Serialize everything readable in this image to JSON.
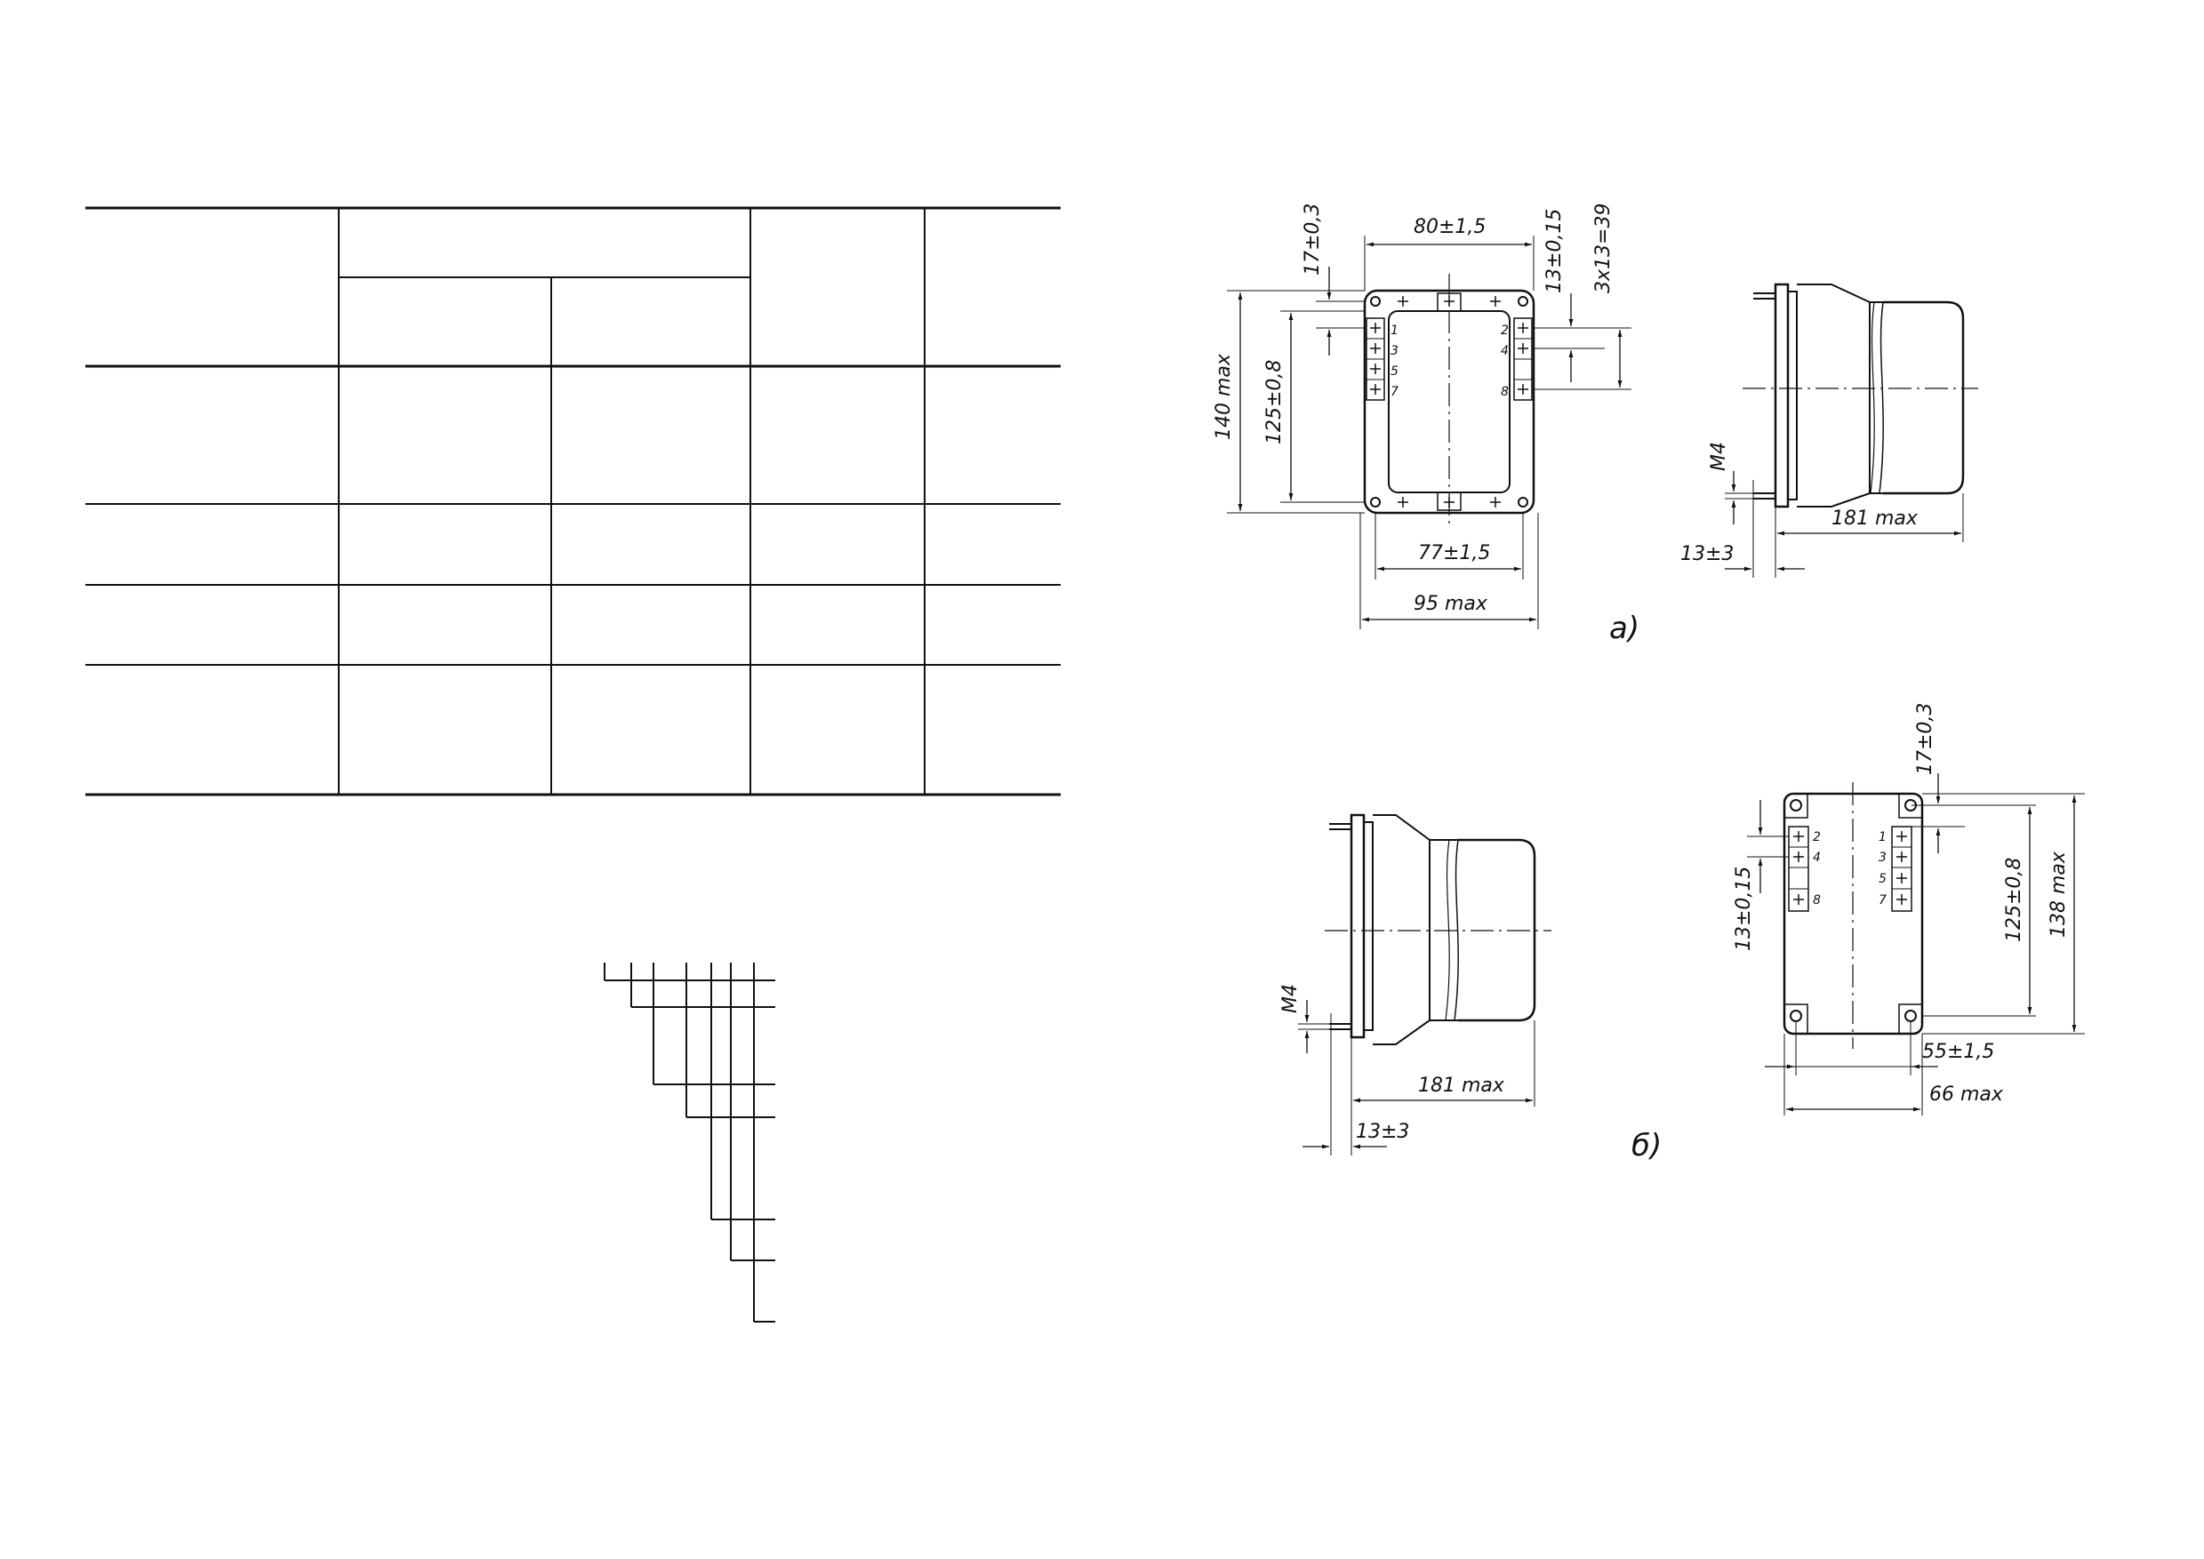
{
  "drawing_a": {
    "caption": "а)",
    "front": {
      "width_mid": "80±1,5",
      "tol_17": "17±0,3",
      "tol_13": "13±0,15",
      "pitch": "3x13=39",
      "height_max": "140 max",
      "height_mount": "125±0,8",
      "width_mount": "77±1,5",
      "width_max": "95 max",
      "pins_left": [
        "1",
        "3",
        "5",
        "7"
      ],
      "pins_right": [
        "2",
        "4",
        "8"
      ]
    },
    "side": {
      "thread": "M4",
      "depth_max": "181 max",
      "stud": "13±3"
    }
  },
  "drawing_b": {
    "caption": "б)",
    "side": {
      "thread": "M4",
      "depth_max": "181 max",
      "stud": "13±3"
    },
    "front": {
      "tol_17": "17±0,3",
      "tol_13": "13±0,15",
      "height_mount": "125±0,8",
      "height_max": "138 max",
      "width_mount": "55±1,5",
      "width_max": "66 max",
      "pins_left": [
        "2",
        "4",
        "8"
      ],
      "pins_right": [
        "1",
        "3",
        "5",
        "7"
      ]
    }
  }
}
